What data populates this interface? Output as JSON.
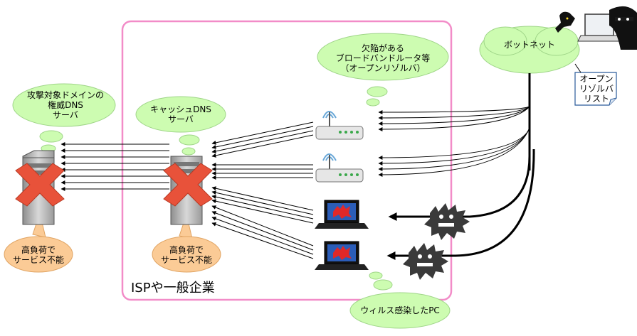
{
  "target_dns": {
    "line1": "攻撃対象ドメインの",
    "line2": "権威DNS",
    "line3": "サーバ"
  },
  "cache_dns": {
    "line1": "キャッシュDNS",
    "line2": "サーバ"
  },
  "vulnerable_router": {
    "line1": "欠陥がある",
    "line2": "ブロードバンドルータ等",
    "line3": "（オープンリゾルバ）"
  },
  "botnet": {
    "label": "ボットネット"
  },
  "open_resolver_list": {
    "line1": "オープン",
    "line2": "リゾルバ",
    "line3": "リスト"
  },
  "overload_left": {
    "line1": "高負荷で",
    "line2": "サービス不能"
  },
  "overload_right": {
    "line1": "高負荷で",
    "line2": "サービス不能"
  },
  "isp_area": {
    "label": "ISPや一般企業"
  },
  "infected_pc": {
    "label": "ウィルス感染したPC"
  },
  "colors": {
    "isp_border": "#f28cc8",
    "green_cloud": "#cdfcb1",
    "orange_callout": "#fbcb96",
    "red_x": "#e8523a"
  }
}
